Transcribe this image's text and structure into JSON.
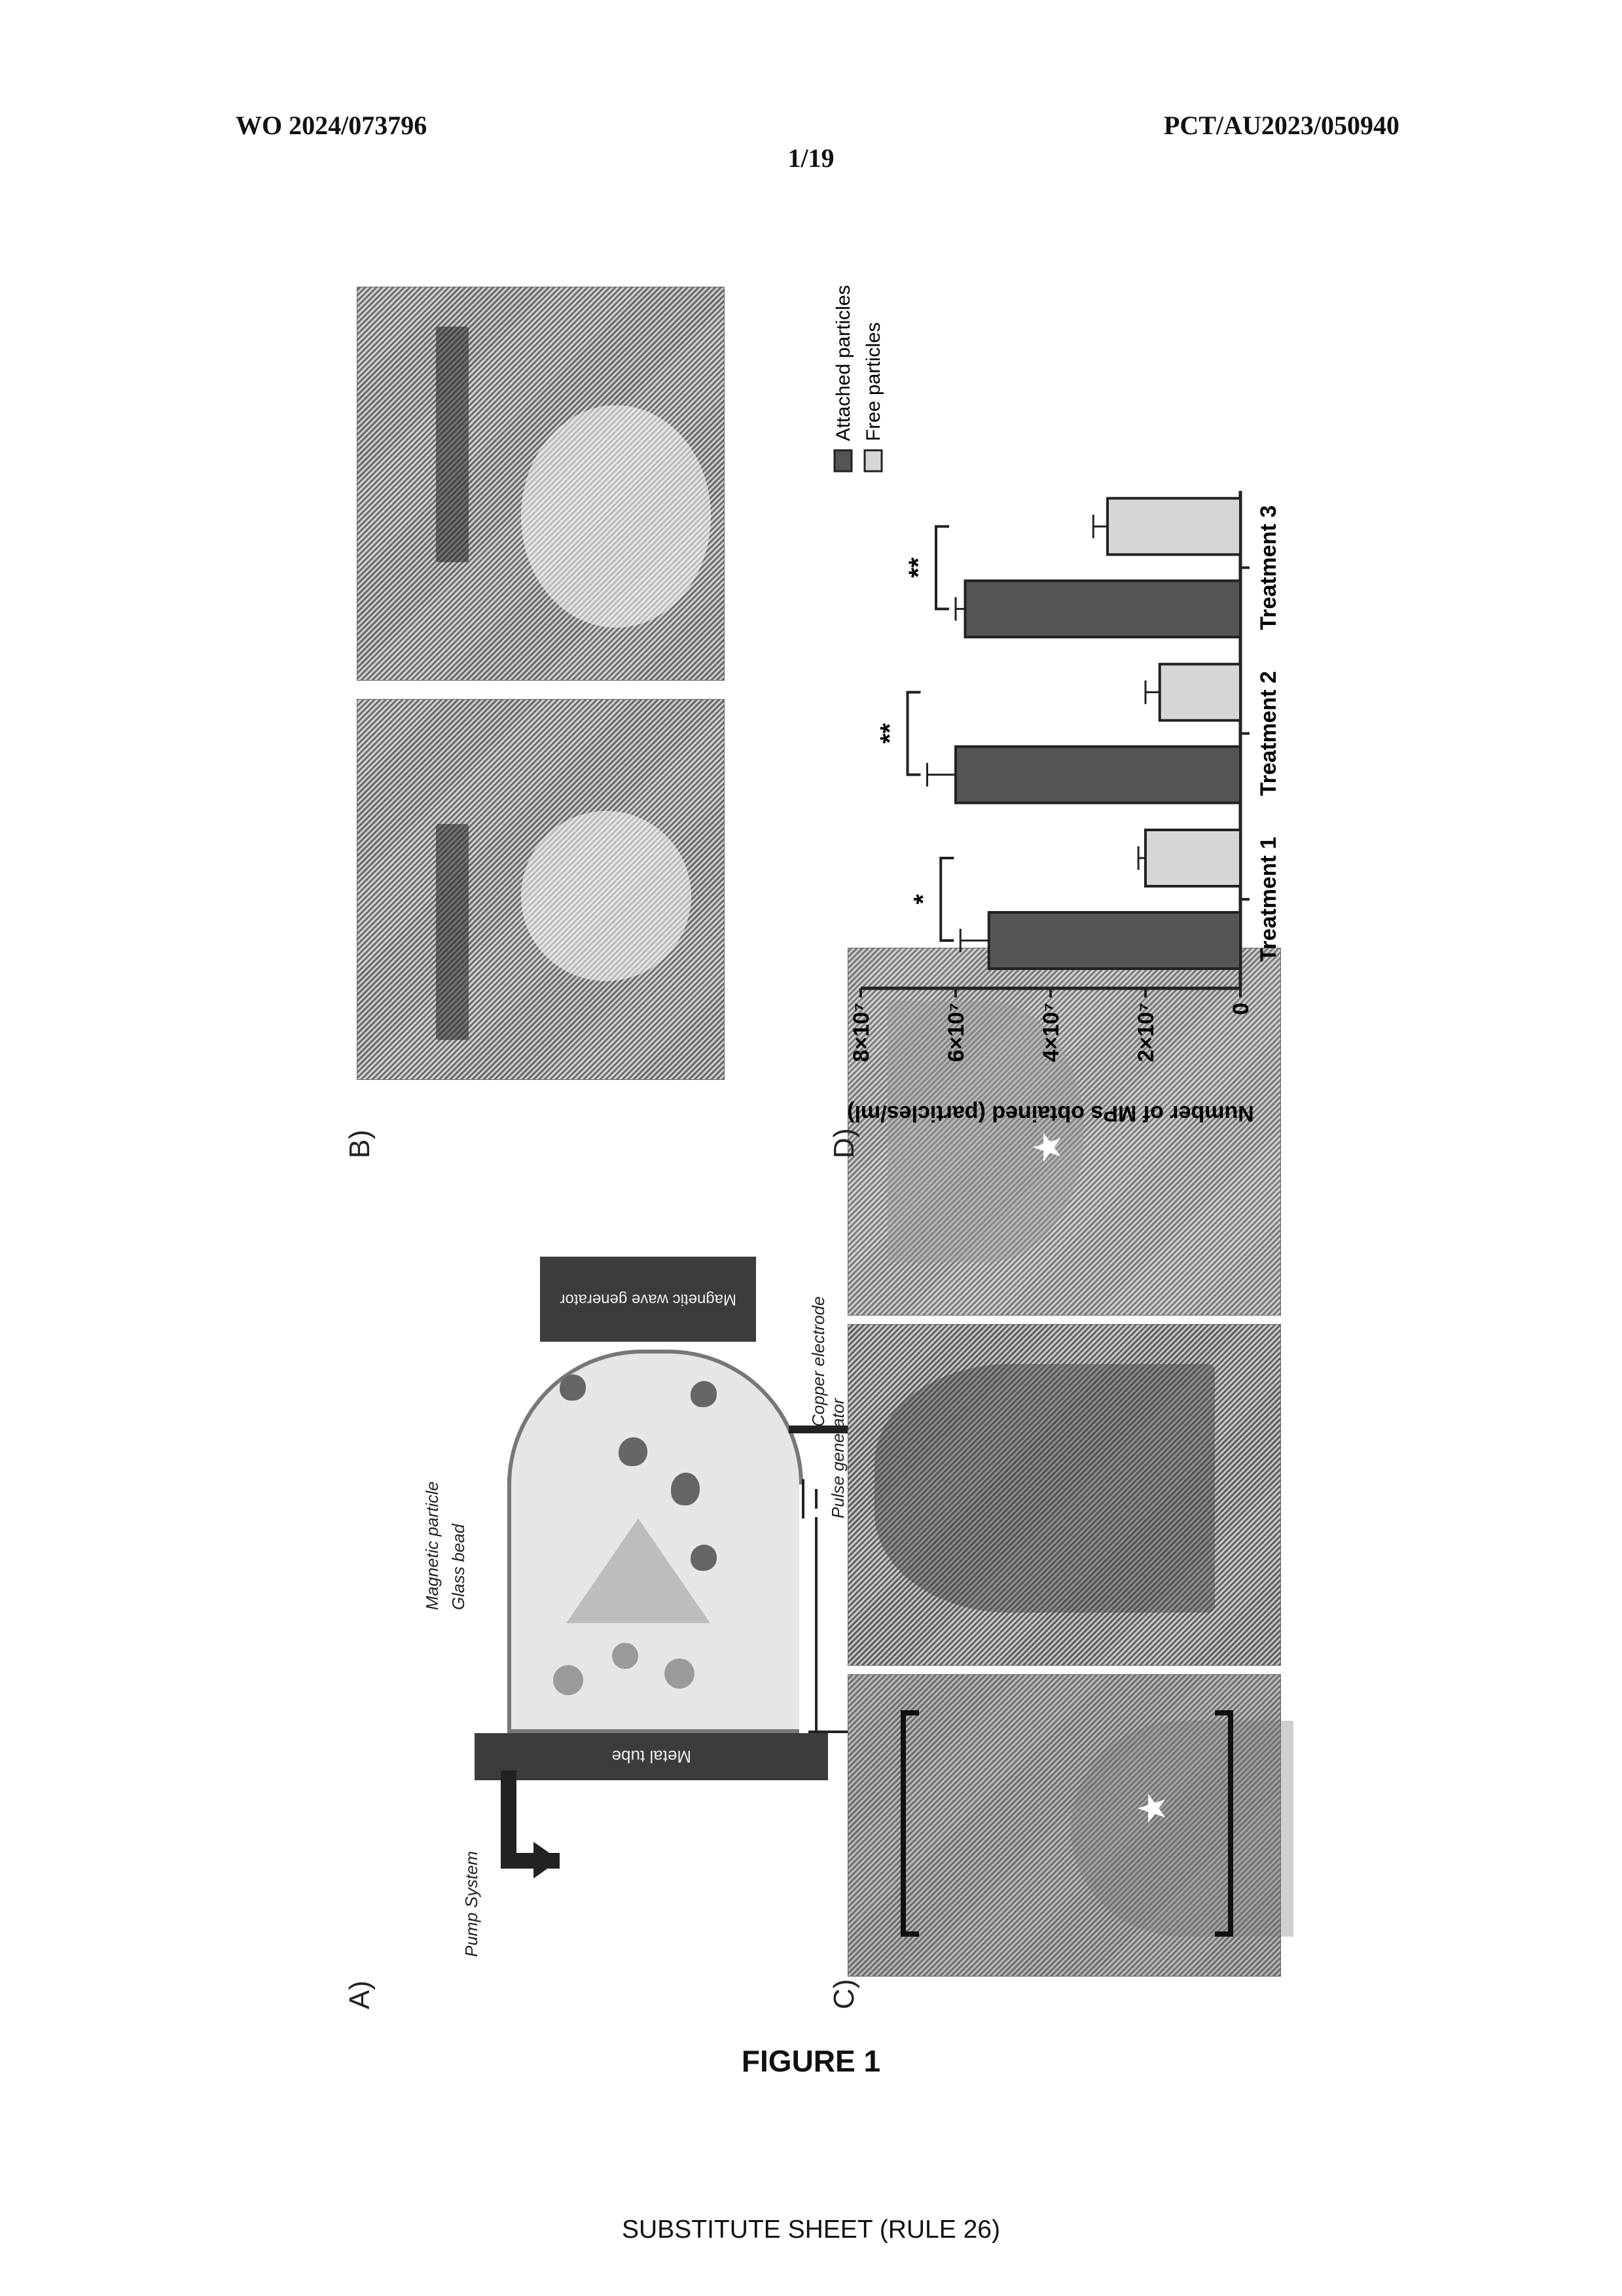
{
  "header": {
    "publication_number": "WO 2024/073796",
    "application_number": "PCT/AU2023/050940",
    "sheet": "1/19"
  },
  "figure": {
    "title": "FIGURE 1",
    "panels": {
      "a": {
        "label": "A)",
        "pump_system": "Pump System",
        "metal_tube": "Metal tube",
        "pulse_generator": "Pulse generator",
        "copper_electrode": "Copper electrode",
        "glass_bead": "Glass bead",
        "magnetic_particle": "Magnetic particle",
        "magnetic_field_generator": "Magnetic wave generator"
      },
      "b": {
        "label": "B)"
      },
      "c": {
        "label": "C)"
      },
      "d": {
        "label": "D)"
      }
    }
  },
  "chart_data": {
    "type": "bar",
    "categories": [
      "Treatment 1",
      "Treatment 2",
      "Treatment 3"
    ],
    "series": [
      {
        "name": "Attached particles",
        "values": [
          53000000,
          60000000,
          58000000
        ],
        "errors": [
          6000000,
          6000000,
          2000000
        ],
        "color": "#555555"
      },
      {
        "name": "Free particles",
        "values": [
          20000000,
          17000000,
          28000000
        ],
        "errors": [
          1500000,
          3000000,
          3000000
        ],
        "color": "#d6d6d6"
      }
    ],
    "significance": [
      "*",
      "**",
      "**"
    ],
    "ylabel": "Number of MPs obtained (particles/ml)",
    "ylim": [
      0,
      80000000
    ],
    "yticks": [
      0,
      20000000,
      40000000,
      60000000,
      80000000
    ],
    "ytick_labels": [
      "0",
      "2×10⁷",
      "4×10⁷",
      "6×10⁷",
      "8×10⁷"
    ],
    "legend_position": "top-right",
    "grid": false
  },
  "footer": "SUBSTITUTE SHEET (RULE 26)"
}
